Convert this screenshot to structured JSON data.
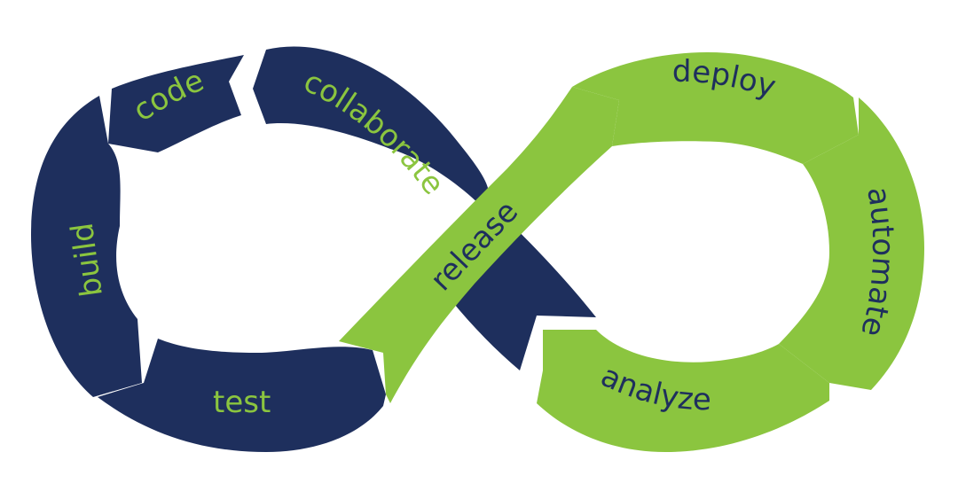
{
  "colors": {
    "navy": "#1e2f5d",
    "green": "#8bc53f",
    "background": "#ffffff"
  },
  "left_loop": {
    "segments": {
      "code": "code",
      "collaborate": "collaborate",
      "build": "build",
      "test": "test"
    }
  },
  "right_loop": {
    "segments": {
      "release": "release",
      "deploy": "deploy",
      "automate": "automate",
      "analyze": "analyze"
    }
  }
}
